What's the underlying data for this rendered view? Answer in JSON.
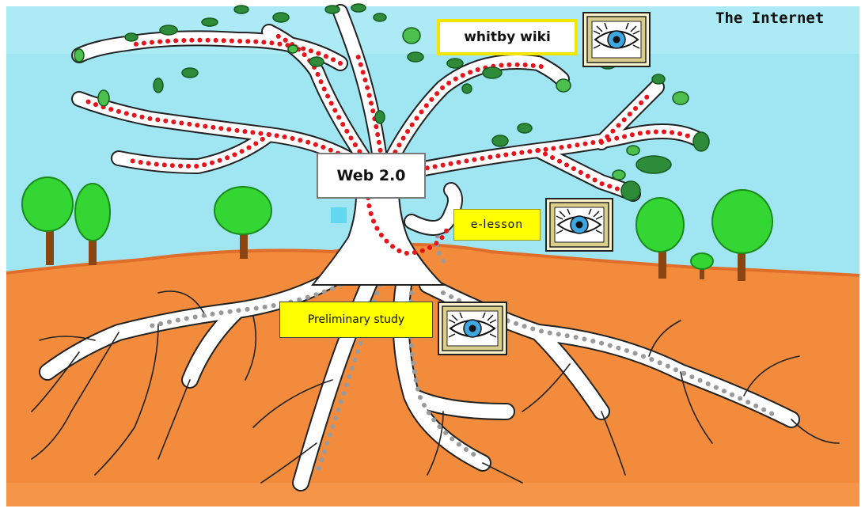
{
  "title": "The Internet",
  "labels": {
    "whitby_wiki": "whitby wiki",
    "web20": "Web 2.0",
    "elesson": "e-lesson",
    "preliminary": "Preliminary study"
  },
  "icons": [
    "eye-icon",
    "eye-icon",
    "eye-icon"
  ],
  "colors": {
    "sky": "#9fe6f2",
    "soil": "#f28c3c",
    "ground_top": "#ef7f3a",
    "trunk": "#ffffff",
    "red_dots": "#e8141b",
    "grey_dots": "#9a9a9a",
    "leaf": "#2e8b3a",
    "tree_green": "#34d634",
    "label_yellow": "#ffff00"
  }
}
